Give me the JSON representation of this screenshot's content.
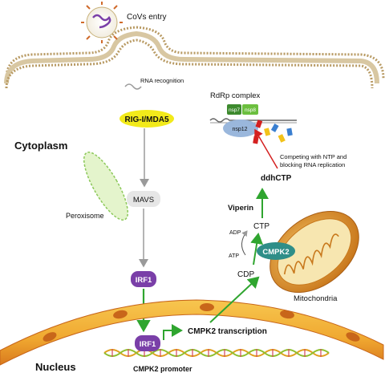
{
  "labels": {
    "virus_entry": "CoVs entry",
    "rna_recognition": "RNA recognition",
    "rig": "RIG-I/MDA5",
    "cytoplasm": "Cytoplasm",
    "mavs": "MAVS",
    "peroxisome": "Peroxisome",
    "irf1_top": "IRF1",
    "irf1_nucleus": "IRF1",
    "nucleus": "Nucleus",
    "cmpk2_promoter": "CMPK2 promoter",
    "cmpk2_transcription": "CMPK2 transcription",
    "rdrp_complex": "RdRp complex",
    "nsp7": "nsp7",
    "nsp8": "nsp8",
    "nsp12": "nsp12",
    "competing_line1": "Competing with NTP and",
    "competing_line2": "blocking RNA replication",
    "ddhctp": "ddhCTP",
    "viperin": "Viperin",
    "ctp": "CTP",
    "adp": "ADP",
    "atp": "ATP",
    "cdp": "CDP",
    "cmpk2": "CMPK2",
    "mitochondria": "Mitochondria"
  },
  "colors": {
    "membrane": "#b89a63",
    "rig_fill": "#f2ea1a",
    "irf1_fill": "#7a3fa8",
    "cmpk2_fill": "#2f8e88",
    "green_arrow": "#2fa52f",
    "red_arrow": "#d42020",
    "peroxisome": "#cfe9a8",
    "mito_outer": "#e9a53a",
    "mito_inner": "#f7e6b0",
    "nucleus_band": "#f0a830",
    "nucleus_edge": "#c8661a",
    "nsp12": "#9ab7dc",
    "nsp7": "#3d8a2e",
    "nsp8": "#6cbf3f"
  }
}
